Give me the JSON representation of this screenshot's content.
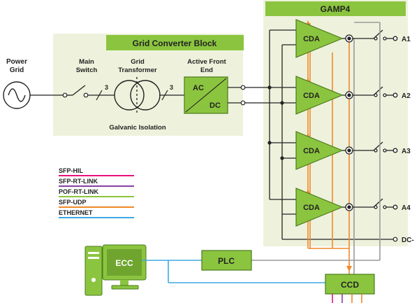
{
  "colors": {
    "panel_bg": "#eef2dc",
    "green": "#8bc53f",
    "dark_green": "#4a7a1c",
    "line": "#2a2a2a",
    "orange": "#f0882a",
    "gray": "#9a9a9a",
    "blue": "#3ea8e0",
    "pink": "#e8117f",
    "purple": "#8a3fa0"
  },
  "power_grid": {
    "label_line1": "Power",
    "label_line2": "Grid"
  },
  "grid_converter": {
    "title": "Grid Converter Block",
    "main_switch": {
      "line1": "Main",
      "line2": "Switch"
    },
    "transformer": {
      "line1": "Grid",
      "line2": "Transformer"
    },
    "afe": {
      "line1": "Active Front",
      "line2": "End"
    },
    "isolation": "Galvanic Isolation",
    "phase_count": "3",
    "ac_label": "AC",
    "dc_label": "DC"
  },
  "gamp4": {
    "title": "GAMP4",
    "amp_label": "CDA",
    "outputs": [
      "A1",
      "A2",
      "A3",
      "A4"
    ],
    "dc_minus": "DC-"
  },
  "legend": [
    {
      "label": "SFP-HIL",
      "color": "#e8117f"
    },
    {
      "label": "SFP-RT-LINK",
      "color": "#8a3fa0"
    },
    {
      "label": "POF-RT-LINK",
      "color": "#8bc53f"
    },
    {
      "label": "SFP-UDP",
      "color": "#f0882a"
    },
    {
      "label": "ETHERNET",
      "color": "#3ea8e0"
    }
  ],
  "ecc_label": "ECC",
  "plc_label": "PLC",
  "ccd_label": "CCD"
}
